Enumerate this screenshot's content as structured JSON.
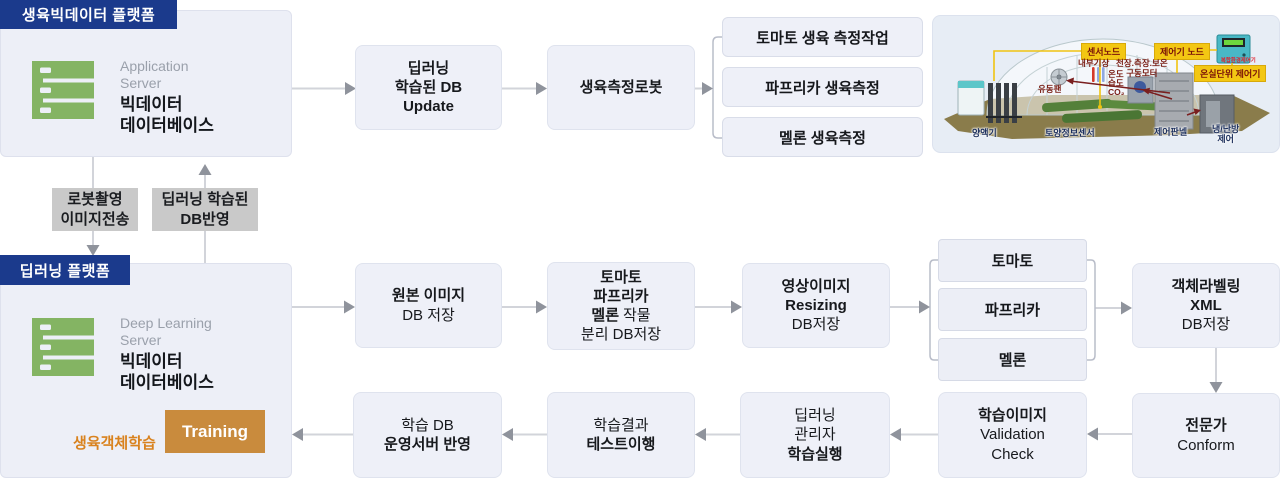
{
  "platform_top": {
    "badge": "생육빅데이터 플랫폼",
    "server_type_l1": "Application",
    "server_type_l2": "Server",
    "server_name_l1": "빅데이터",
    "server_name_l2": "데이터베이스"
  },
  "platform_bottom": {
    "badge": "딥러닝 플랫폼",
    "server_type_l1": "Deep Learning",
    "server_type_l2": "Server",
    "server_name_l1": "빅데이터",
    "server_name_l2": "데이터베이스",
    "training_label": "Training",
    "training_side_label": "생육객체학습"
  },
  "transfer": {
    "robot_l1": "로봇촬영",
    "robot_l2": "이미지전송",
    "apply_l1": "딥러닝 학습된",
    "apply_l2": "DB반영"
  },
  "flow": {
    "update_l1": "딥러닝",
    "update_l2": "학습된 DB",
    "update_l3": "Update",
    "robot": "생육측정로봇",
    "task_tomato": "토마토 생육 측정작업",
    "task_paprika": "파프리카 생육측정",
    "task_melon": "멜론 생육측정",
    "origin_l1": "원본 이미지",
    "origin_l2": "DB 저장",
    "sep_l1": "토마토",
    "sep_l2": "파프리카",
    "sep_l3a": "멜론",
    "sep_l3b": "작물",
    "sep_l4": "분리 DB저장",
    "resize_l1": "영상이미지",
    "resize_l2": "Resizing",
    "resize_l3": "DB저장",
    "crop_tomato": "토마토",
    "crop_paprika": "파프리카",
    "crop_melon": "멜론",
    "label_l1": "객체라벨링",
    "label_l2": "XML",
    "label_l3": "DB저장",
    "expert_l1": "전문가",
    "expert_l2": "Conform",
    "valid_l1": "학습이미지",
    "valid_l2": "Validation",
    "valid_l3": "Check",
    "run_l1": "딥러닝",
    "run_l2": "관리자",
    "run_l3": "학습실행",
    "test_l1": "학습결과",
    "test_l2": "테스트이행",
    "deploy_l1": "학습 DB",
    "deploy_l2": "운영서버 반영"
  },
  "greenhouse": {
    "sensor_node": "센서노드",
    "controller_node": "제어기 노드",
    "unit_controller": "온실단위 제어기",
    "device_caption": "복합환경제어기",
    "indoor_weather": "내부기상",
    "motor_l1": "천장.측장.보온",
    "motor_l2": "구동모터",
    "temp": "온도",
    "humidity": "습도",
    "co2": "CO₂",
    "fan": "유동팬",
    "nutrient": "양액기",
    "soil_sensor": "토양정보센서",
    "panel": "제어판넬",
    "hvac_l1": "냉/난방",
    "hvac_l2": "제어"
  },
  "colors": {
    "badge_navy": "#1b3a8c",
    "box_fill": "#eef0f8",
    "box_border": "#dfe3ee",
    "gray_label_bg": "#c9c9c9",
    "arrow_line": "#d2d4da",
    "arrow_head": "#8f939c",
    "slate_arrow": "#5e707a",
    "training_orange": "#c98b3d",
    "side_label_orange": "#d9821e",
    "server_green": "#84b463",
    "greenhouse_label_yellow": "#f3c713",
    "greenhouse_label_darkred": "#7a1f16"
  }
}
